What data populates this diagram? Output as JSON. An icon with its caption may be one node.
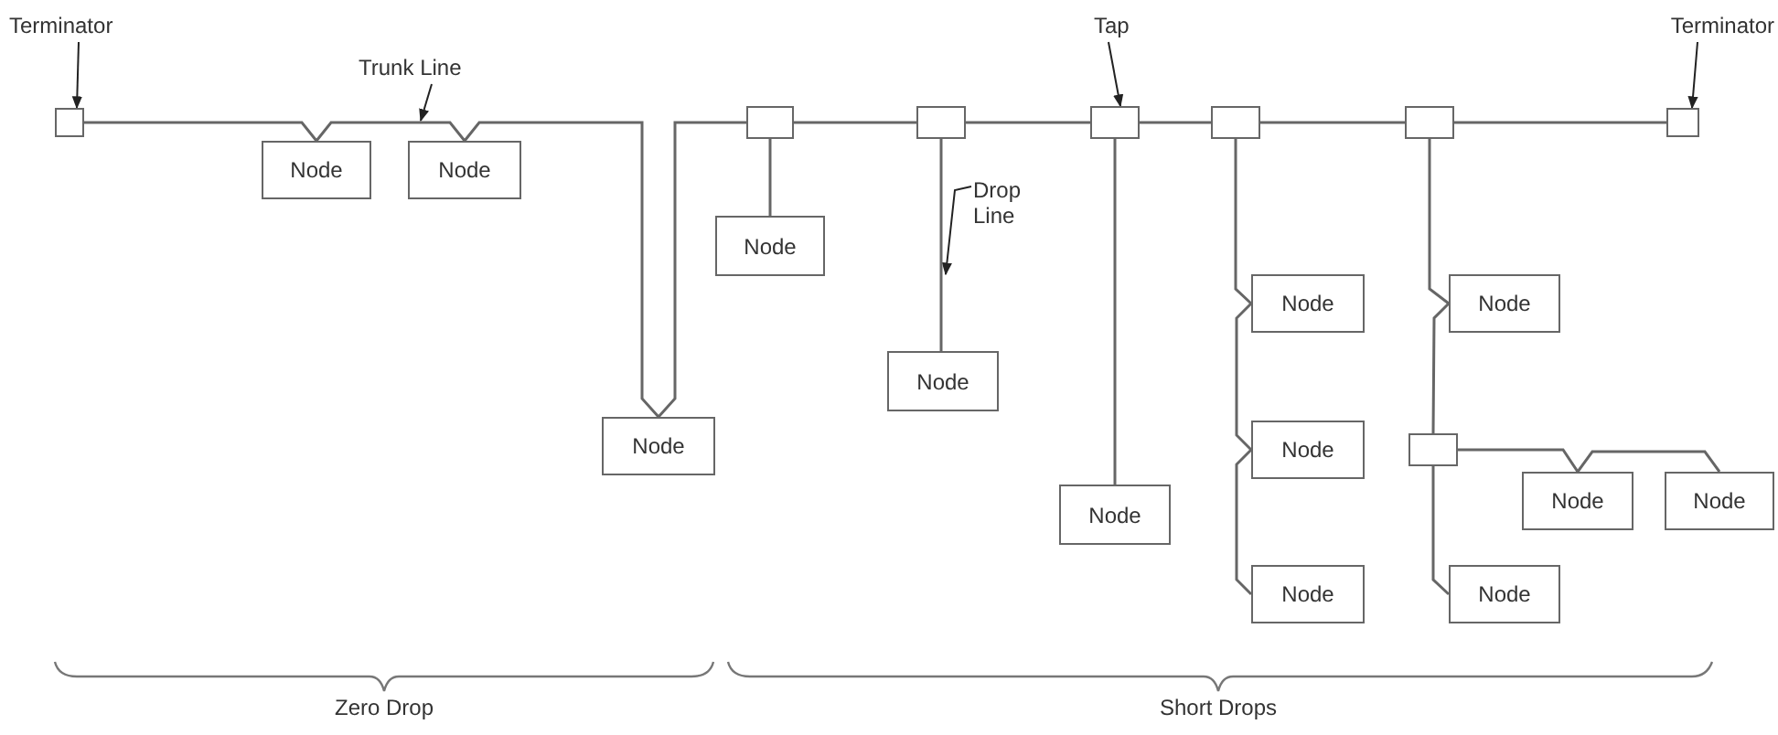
{
  "diagram": {
    "nodes": [
      {
        "text": [
          "Terminator"
        ]
      },
      {
        "text": [],
        "shape": "box"
      },
      {
        "text": [
          "Trunk Line"
        ]
      },
      {
        "text": [
          "Node"
        ]
      },
      {
        "text": [
          "Node"
        ]
      },
      {
        "text": [
          "Node"
        ]
      },
      {
        "text": [],
        "shape": "box"
      },
      {
        "text": [
          "Node"
        ]
      },
      {
        "text": [],
        "shape": "box"
      },
      {
        "text": [
          "Drop Line"
        ]
      },
      {
        "text": [
          "Node"
        ]
      },
      {
        "text": [
          "Tap"
        ]
      },
      {
        "text": [],
        "shape": "box"
      },
      {
        "text": [
          "Node"
        ]
      },
      {
        "text": [],
        "shape": "box"
      },
      {
        "text": [
          "Node"
        ]
      },
      {
        "text": [
          "Node"
        ]
      },
      {
        "text": [
          "Node"
        ]
      },
      {
        "text": [],
        "shape": "box"
      },
      {
        "text": [
          "Node"
        ]
      },
      {
        "text": [],
        "shape": "box"
      },
      {
        "text": [
          "Node"
        ]
      },
      {
        "text": [
          "Node"
        ]
      },
      {
        "text": [
          "Node"
        ]
      },
      {
        "text": [
          "Terminator"
        ]
      },
      {
        "text": [],
        "shape": "box"
      }
    ],
    "edges": [
      {
        "from": 0,
        "to": 1,
        "arrow": "to"
      },
      {
        "from": 2,
        "to": null,
        "arrow": "to"
      },
      {
        "from": 1,
        "to": 3,
        "arrow": "none"
      },
      {
        "from": 3,
        "to": 4,
        "arrow": "none"
      },
      {
        "from": 4,
        "to": 5,
        "arrow": "none"
      },
      {
        "from": 5,
        "to": 6,
        "arrow": "none"
      },
      {
        "from": 6,
        "to": 8,
        "arrow": "none"
      },
      {
        "from": 8,
        "to": 12,
        "arrow": "none"
      },
      {
        "from": 12,
        "to": 14,
        "arrow": "none"
      },
      {
        "from": 14,
        "to": 18,
        "arrow": "none"
      },
      {
        "from": 18,
        "to": 25,
        "arrow": "none"
      },
      {
        "from": 6,
        "to": 7,
        "arrow": "none"
      },
      {
        "from": 9,
        "to": null,
        "arrow": "to"
      },
      {
        "from": 8,
        "to": 10,
        "arrow": "none"
      },
      {
        "from": 11,
        "to": 12,
        "arrow": "to"
      },
      {
        "from": 12,
        "to": 13,
        "arrow": "none"
      },
      {
        "from": 14,
        "to": 15,
        "arrow": "none"
      },
      {
        "from": 15,
        "to": 16,
        "arrow": "none"
      },
      {
        "from": 16,
        "to": 17,
        "arrow": "none"
      },
      {
        "from": 18,
        "to": 19,
        "arrow": "none"
      },
      {
        "from": 19,
        "to": 20,
        "arrow": "none"
      },
      {
        "from": 20,
        "to": 23,
        "arrow": "none"
      },
      {
        "from": 20,
        "to": 21,
        "arrow": "none"
      },
      {
        "from": 21,
        "to": 22,
        "arrow": "none"
      },
      {
        "from": 24,
        "to": 25,
        "arrow": "to"
      }
    ],
    "labels": [
      "Zero Drop",
      "Short Drops"
    ]
  }
}
